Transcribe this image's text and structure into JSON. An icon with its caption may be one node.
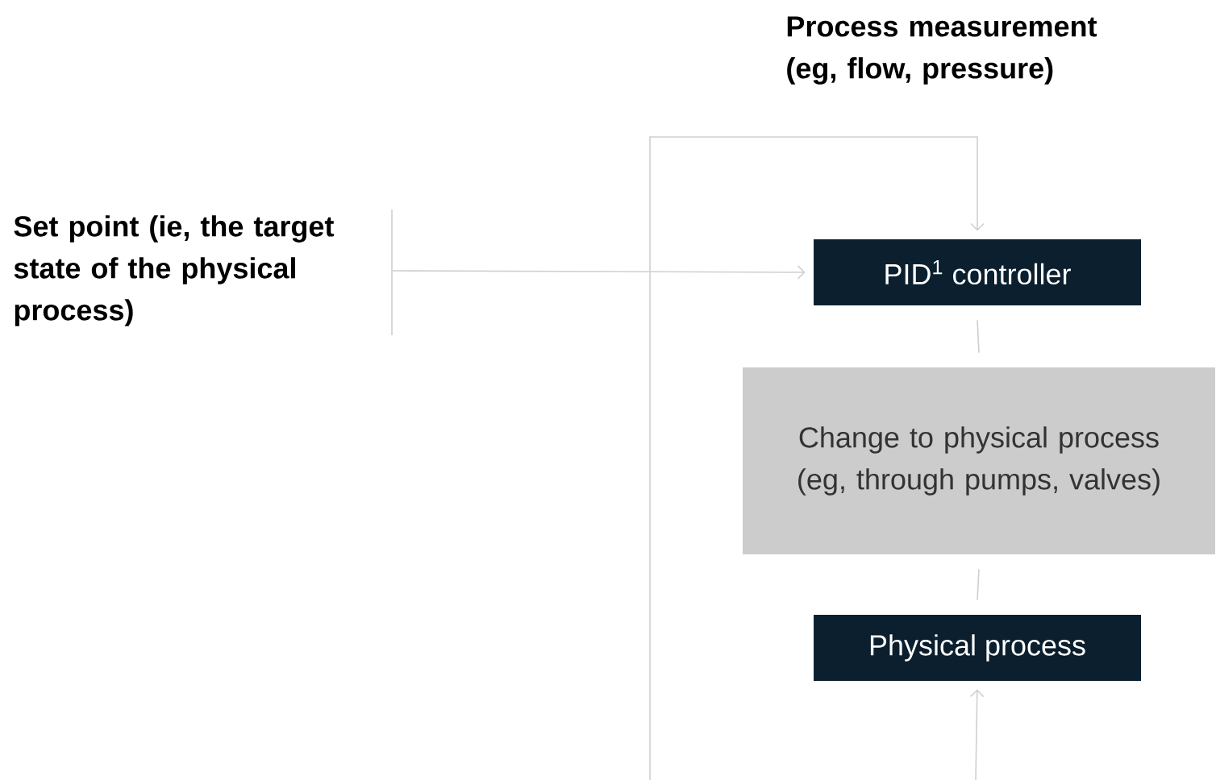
{
  "diagram": {
    "nodes": [
      {
        "text": [
          "Set point (ie, the target state of the physical process)"
        ]
      },
      {
        "text": [
          "PID$^{1}$ controller"
        ]
      },
      {
        "text": [
          "Change to physical process (eg, through pumps, valves)"
        ]
      },
      {
        "text": [
          "Physical process"
        ]
      }
    ],
    "edges": [
      {
        "from": 0,
        "to": 1,
        "arrow": "to"
      },
      {
        "from": 1,
        "to": 2,
        "arrow": "none"
      },
      {
        "from": 2,
        "to": 3,
        "arrow": "none"
      },
      {
        "from": null,
        "to": 3,
        "arrow": "to"
      },
      {
        "from": null,
        "to": 1,
        "arrow": "to"
      }
    ],
    "labels": [
      "Process measurement (eg, flow, pressure)"
    ]
  }
}
